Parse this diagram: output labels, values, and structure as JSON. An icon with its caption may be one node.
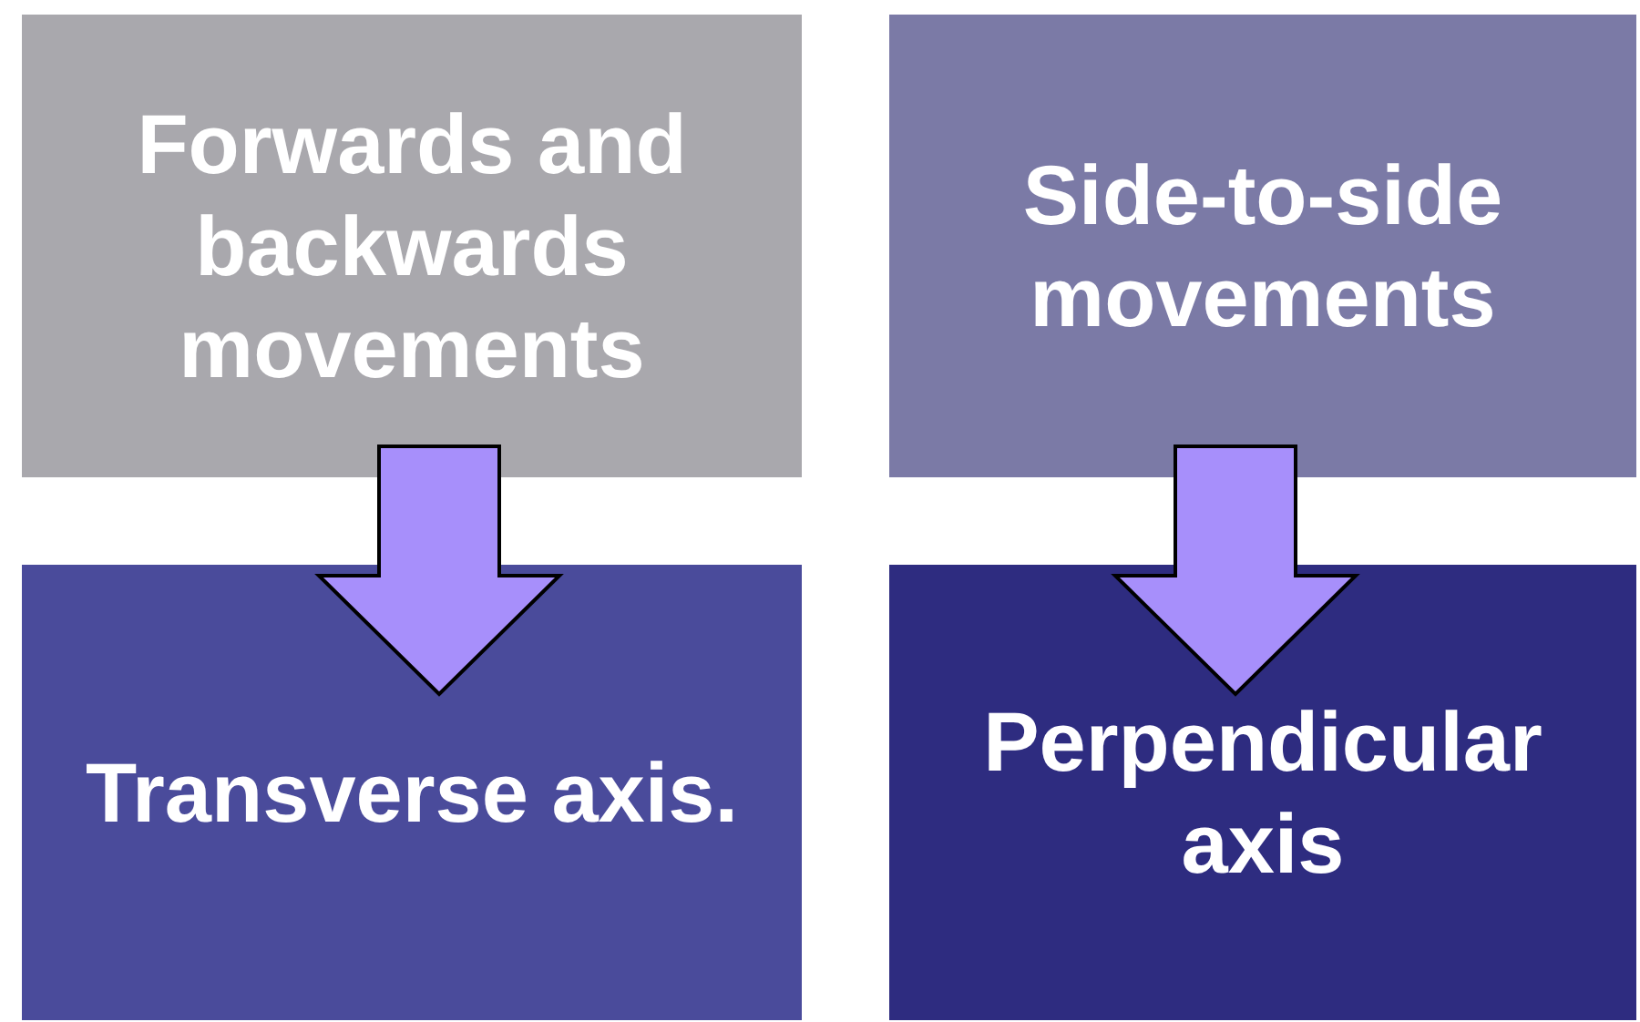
{
  "diagram": {
    "nodes": [
      {
        "text": [
          "Forwards and backwards movements"
        ]
      },
      {
        "text": [
          "Side-to-side movements"
        ]
      },
      {
        "text": [
          "Transverse axis."
        ]
      },
      {
        "text": [
          "Perpendicular axis"
        ]
      }
    ],
    "edges": [
      {
        "from": 0,
        "to": 2,
        "arrow": "to"
      },
      {
        "from": 1,
        "to": 3,
        "arrow": "to"
      }
    ]
  }
}
